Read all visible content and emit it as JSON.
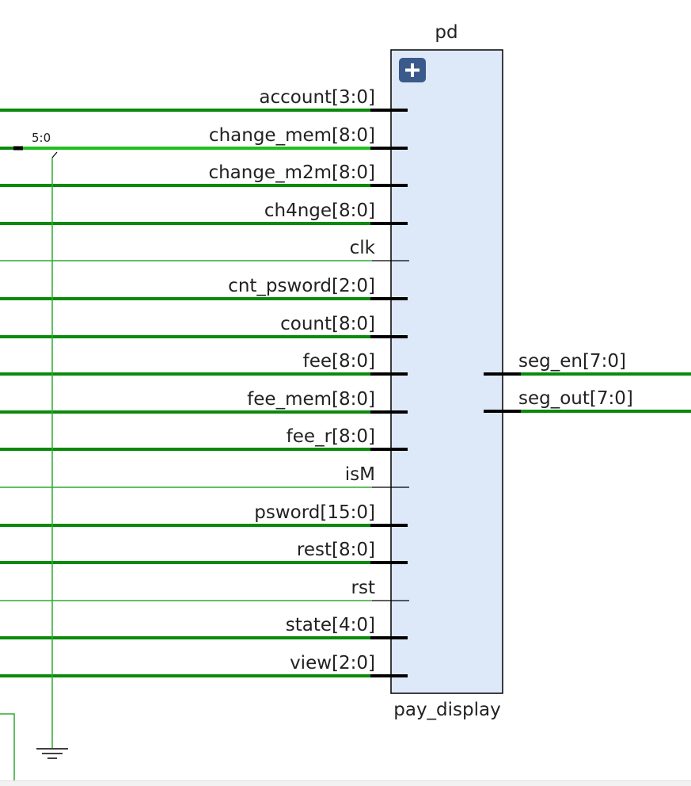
{
  "colors": {
    "bus_wire": "#0a8a0a",
    "bus_wire_selected": "#1fbf1f",
    "net_wire": "#2eab2e",
    "block_fill": "#dde9f8",
    "block_border": "#000000",
    "pin": "#000000",
    "expand_button": "#3b5a8c",
    "text": "#222222"
  },
  "block": {
    "instance_name": "pd",
    "module_name": "pay_display",
    "expand_icon": "plus-icon"
  },
  "inputs": [
    {
      "label": "account[3:0]",
      "bus": true
    },
    {
      "label": "change_mem[8:0]",
      "bus": true,
      "selected": true,
      "tap_label": "5:0"
    },
    {
      "label": "change_m2m[8:0]",
      "bus": true
    },
    {
      "label": "ch4nge[8:0]",
      "bus": true
    },
    {
      "label": "clk",
      "bus": false
    },
    {
      "label": "cnt_psword[2:0]",
      "bus": true
    },
    {
      "label": "count[8:0]",
      "bus": true
    },
    {
      "label": "fee[8:0]",
      "bus": true
    },
    {
      "label": "fee_mem[8:0]",
      "bus": true
    },
    {
      "label": "fee_r[8:0]",
      "bus": true
    },
    {
      "label": "isM",
      "bus": false
    },
    {
      "label": "psword[15:0]",
      "bus": true
    },
    {
      "label": "rest[8:0]",
      "bus": true
    },
    {
      "label": "rst",
      "bus": false
    },
    {
      "label": "state[4:0]",
      "bus": true
    },
    {
      "label": "view[2:0]",
      "bus": true
    }
  ],
  "outputs": [
    {
      "label": "seg_en[7:0]",
      "bus": true
    },
    {
      "label": "seg_out[7:0]",
      "bus": true
    }
  ],
  "ground_icon": "ground-icon"
}
